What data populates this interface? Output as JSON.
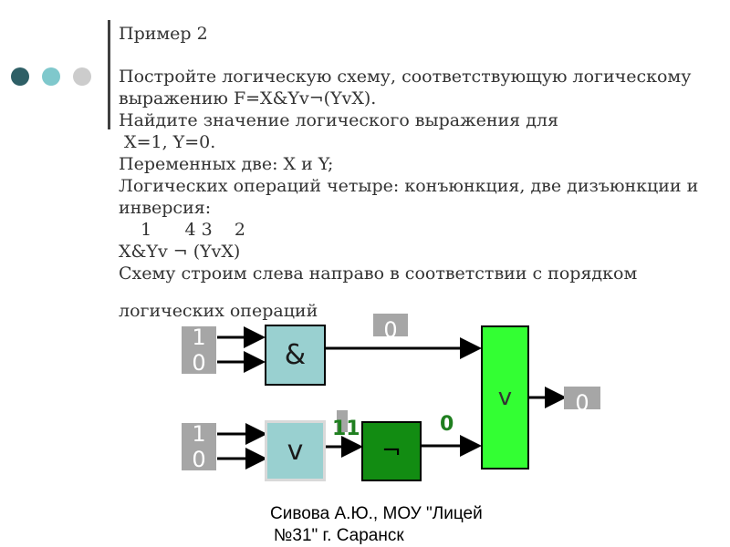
{
  "slide": {
    "title": "Пример 2",
    "lines": [
      "Постройте логическую схему, соответствующую логическому",
      "выражению F=X&Yv¬(YvX).",
      "Найдите значение логического выражения для",
      " X=1, Y=0.",
      "Переменных две: X и Y;",
      "Логических операций четыре: конъюнкция, две дизъюнкции и",
      "инверсия:",
      "    1      4 3    2",
      "X&Yv ¬ (YvX)",
      "Схему строим слева направо в соответствии с порядком",
      "логических операций"
    ],
    "footer_line1": "Сивова А.Ю., МОУ \"Лицей",
    "footer_line2": "№31\" г. Саранск"
  },
  "diagram": {
    "input_top": {
      "line1": "1",
      "line2": "0"
    },
    "input_bottom": {
      "line1": "1",
      "line2": "0"
    },
    "and_gate_label": "&",
    "or_gate_label": "v",
    "not_gate_label": "¬",
    "or_final_label": "v",
    "and_output_value": "0",
    "or_output_value": "11",
    "not_output_value": "0",
    "final_output_value": "0"
  },
  "colors": {
    "dot1": "#2e5f66",
    "dot2": "#7fc8cc",
    "dot3": "#cccccc",
    "gate_teal": "#99d0d0",
    "not_gate": "#128c12",
    "final_gate": "#33ff33",
    "value_green": "#1f7f1f"
  }
}
